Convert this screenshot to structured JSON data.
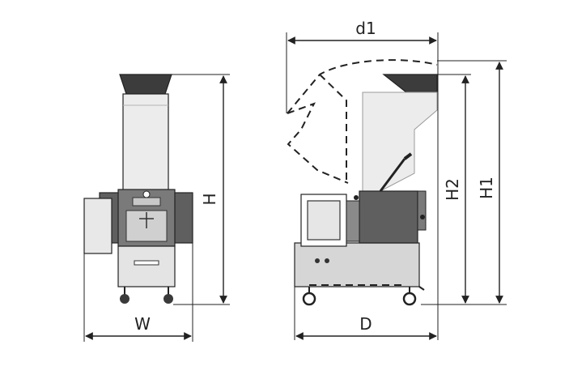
{
  "labels": {
    "W": "W",
    "H": "H",
    "d1": "d1",
    "D": "D",
    "H2": "H2",
    "H1": "H1"
  },
  "colors": {
    "dark_panel": "#5f5f5f",
    "mid_panel": "#8a8a8a",
    "light_panel": "#d6d6d6",
    "hopper_glass": "#ececec",
    "hopper_rim": "#3c3c3c",
    "line": "#222222"
  }
}
